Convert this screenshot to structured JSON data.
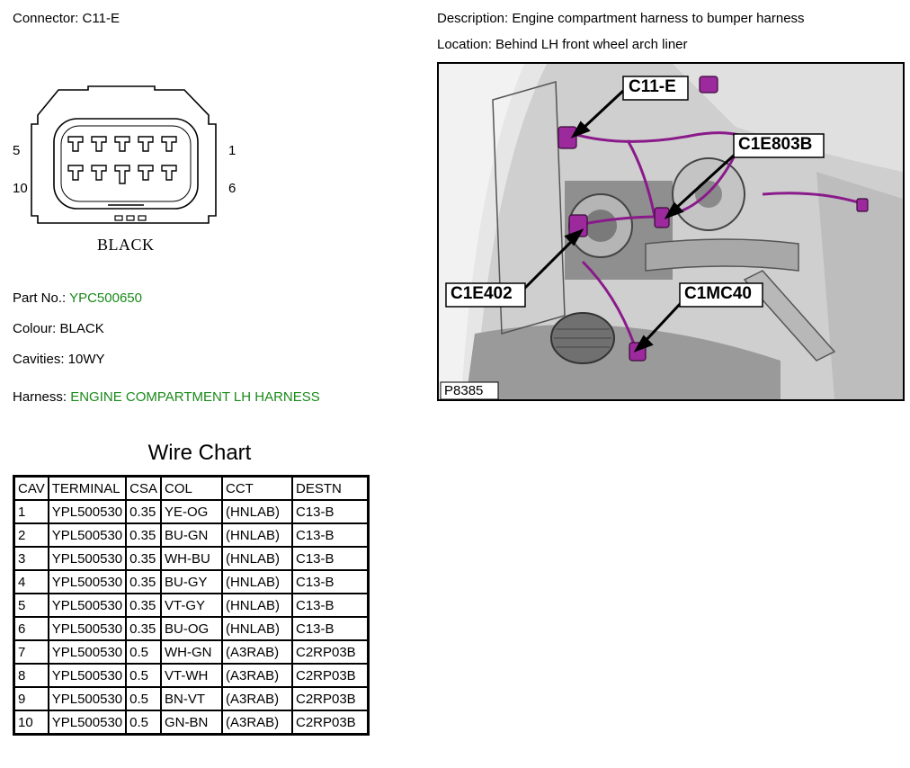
{
  "connector": {
    "label": "Connector: C11-E",
    "pin_left_top": "5",
    "pin_left_bottom": "10",
    "pin_right_top": "1",
    "pin_right_bottom": "6",
    "color_caption": "BLACK"
  },
  "description": "Description: Engine compartment harness to bumper harness",
  "location": "Location: Behind LH front wheel arch liner",
  "part_no": {
    "label": "Part No.:",
    "value": "YPC500650"
  },
  "colour": "Colour: BLACK",
  "cavities": "Cavities: 10WY",
  "harness": {
    "label": "Harness:",
    "value": "ENGINE COMPARTMENT LH HARNESS"
  },
  "photo": {
    "callouts": [
      "C11-E",
      "C1E803B",
      "C1E402",
      "C1MC40"
    ],
    "ref": "P8385"
  },
  "wire_chart": {
    "title": "Wire Chart",
    "headers": [
      "CAV",
      "TERMINAL",
      "CSA",
      "COL",
      "CCT",
      "DESTN"
    ],
    "rows": [
      [
        "1",
        "YPL500530",
        "0.35",
        "YE-OG",
        "(HNLAB)",
        "C13-B"
      ],
      [
        "2",
        "YPL500530",
        "0.35",
        "BU-GN",
        "(HNLAB)",
        "C13-B"
      ],
      [
        "3",
        "YPL500530",
        "0.35",
        "WH-BU",
        "(HNLAB)",
        "C13-B"
      ],
      [
        "4",
        "YPL500530",
        "0.35",
        "BU-GY",
        "(HNLAB)",
        "C13-B"
      ],
      [
        "5",
        "YPL500530",
        "0.35",
        "VT-GY",
        "(HNLAB)",
        "C13-B"
      ],
      [
        "6",
        "YPL500530",
        "0.35",
        "BU-OG",
        "(HNLAB)",
        "C13-B"
      ],
      [
        "7",
        "YPL500530",
        "0.5",
        "WH-GN",
        "(A3RAB)",
        "C2RP03B"
      ],
      [
        "8",
        "YPL500530",
        "0.5",
        "VT-WH",
        "(A3RAB)",
        "C2RP03B"
      ],
      [
        "9",
        "YPL500530",
        "0.5",
        "BN-VT",
        "(A3RAB)",
        "C2RP03B"
      ],
      [
        "10",
        "YPL500530",
        "0.5",
        "GN-BN",
        "(A3RAB)",
        "C2RP03B"
      ]
    ]
  },
  "colors": {
    "accent_green": "#1a8a1a",
    "harness_purple": "#8a1a8a"
  }
}
